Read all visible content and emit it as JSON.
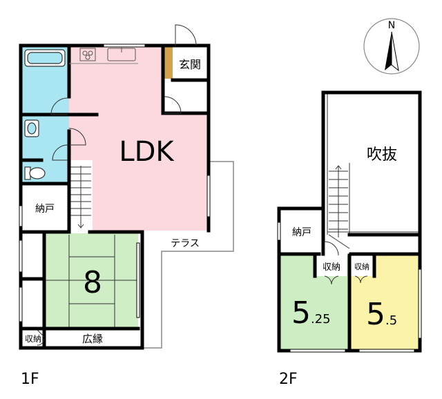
{
  "floors": {
    "first": {
      "label": "1F",
      "rooms": {
        "ldk": "LDK",
        "genkan": "玄関",
        "nando": "納戸",
        "terrace": "テラス",
        "washitsu_size": "8",
        "shuno": "収納",
        "hiroen": "広縁"
      }
    },
    "second": {
      "label": "2F",
      "rooms": {
        "fukinuke": "吹抜",
        "nando": "納戸",
        "shuno_left": "収納",
        "shuno_right": "収納",
        "room_left_main": "5",
        "room_left_frac": ".25",
        "room_right_main": "5",
        "room_right_frac": ".5"
      }
    }
  },
  "compass": {
    "north_label": "N"
  },
  "colors": {
    "wall": "#000000",
    "ldk": "#fbd9de",
    "wet_area": "#a9e6f2",
    "tatami": "#cfeec6",
    "room_green": "#cdeec2",
    "room_yellow": "#fbf4a8",
    "genkan_floor": "#d2a24c",
    "compass_arrow": "#000000"
  },
  "icons": [
    "compass-icon",
    "stove-icon",
    "sink-icon",
    "bathtub-icon",
    "washbasin-icon",
    "toilet-icon",
    "door-swing-icon"
  ]
}
